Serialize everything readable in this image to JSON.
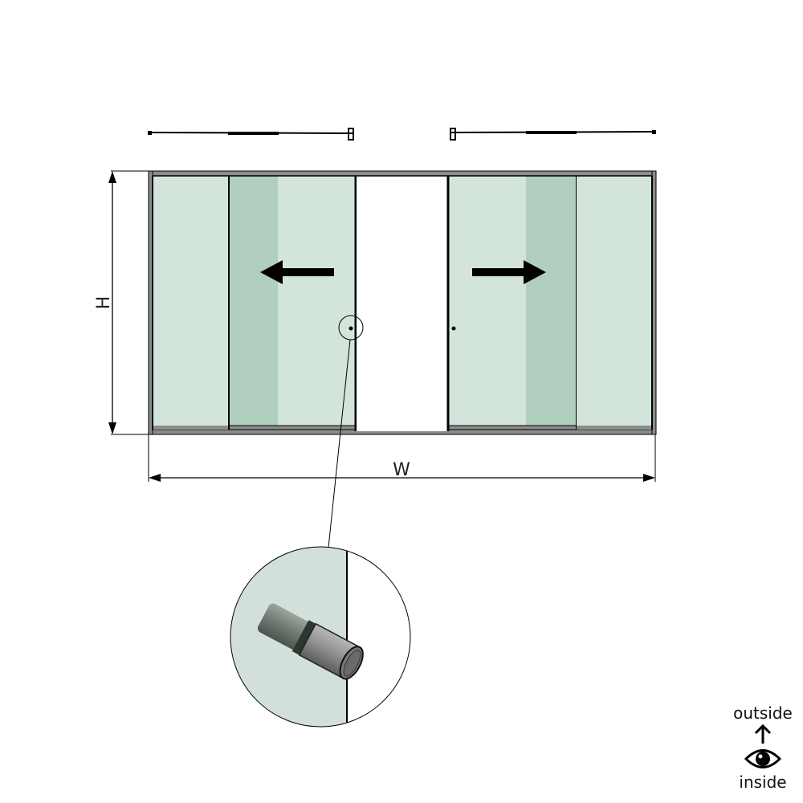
{
  "diagram": {
    "type": "sliding-door-elevation",
    "dimensions": {
      "height_label": "H",
      "width_label": "W"
    },
    "panels": [
      {
        "name": "left-fixed-panel",
        "type": "fixed"
      },
      {
        "name": "left-sliding-panel",
        "type": "sliding",
        "direction": "left"
      },
      {
        "name": "center-opening",
        "type": "opening"
      },
      {
        "name": "right-sliding-panel",
        "type": "sliding",
        "direction": "right"
      },
      {
        "name": "right-fixed-panel",
        "type": "fixed"
      }
    ],
    "detail": {
      "subject": "handle-knob",
      "callout": "circle-zoom"
    },
    "colors": {
      "glass": "#d3e5da",
      "glass_overlap": "#b0cfbf",
      "frame": "#8c8c8c",
      "line": "#000000"
    }
  },
  "orientation_legend": {
    "top_label": "outside",
    "bottom_label": "inside",
    "arrow_icon": "up-arrow",
    "eye_icon": "eye"
  }
}
